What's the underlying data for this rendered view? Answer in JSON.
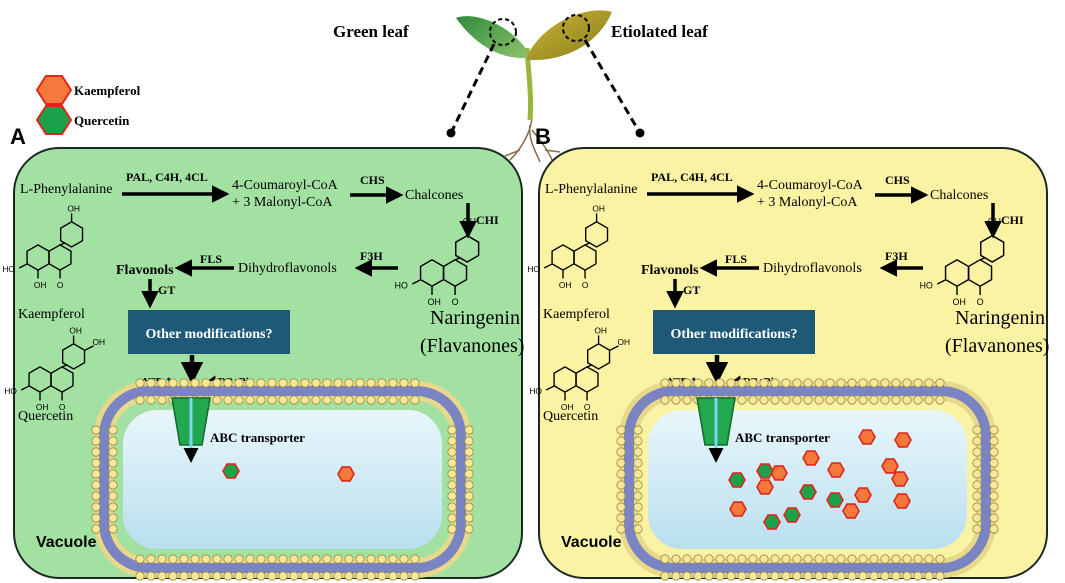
{
  "seedling": {
    "green_label": "Green leaf",
    "etiolated_label": "Etiolated leaf"
  },
  "legend": {
    "kaempferol": {
      "label": "Kaempferol",
      "color": "#f5783c"
    },
    "quercetin": {
      "label": "Quercetin",
      "color": "#19a24a"
    },
    "hex_stroke": "#e0251b"
  },
  "panels": [
    {
      "letter": "A",
      "bg": "#a3e1a3",
      "pathway": {
        "start": "L-Phenylalanine",
        "enzymes1": "PAL, C4H, 4CL",
        "coumaroyl_line1": "4-Coumaroyl-CoA",
        "coumaroyl_line2": "+ 3 Malonyl-CoA",
        "chs": "CHS",
        "chalcones": "Chalcones",
        "chi": "CHI",
        "naringenin": "Naringenin",
        "flavanones": "(Flavanones)",
        "f3h": "F3H",
        "dihydroflavonols": "Dihydroflavonols",
        "fls": "FLS",
        "flavonols": "Flavonols",
        "gt": "GT",
        "kaempferol": "Kaempferol",
        "quercetin": "Quercetin",
        "modifications": "Other modifications?",
        "atp": "ATP",
        "adp": "ADP+Pi",
        "transporter": "ABC transporter",
        "vacuole": "Vacuole"
      },
      "vacuole_contents": {
        "kaempferol_count": 1,
        "quercetin_count": 1
      }
    },
    {
      "letter": "B",
      "bg": "#fbf3a4",
      "pathway": {
        "start": "L-Phenylalanine",
        "enzymes1": "PAL, C4H, 4CL",
        "coumaroyl_line1": "4-Coumaroyl-CoA",
        "coumaroyl_line2": "+ 3 Malonyl-CoA",
        "chs": "CHS",
        "chalcones": "Chalcones",
        "chi": "CHI",
        "naringenin": "Naringenin",
        "flavanones": "(Flavanones)",
        "f3h": "F3H",
        "dihydroflavonols": "Dihydroflavonols",
        "fls": "FLS",
        "flavonols": "Flavonols",
        "gt": "GT",
        "kaempferol": "Kaempferol",
        "quercetin": "Quercetin",
        "modifications": "Other modifications?",
        "atp": "ATP",
        "adp": "ADP+Pi",
        "transporter": "ABC transporter",
        "vacuole": "Vacuole"
      },
      "vacuole_contents": {
        "kaempferol_count": 12,
        "quercetin_count": 6
      }
    }
  ],
  "colors": {
    "modifications_box": "#1e5a78",
    "membrane": "#7a84c2",
    "lipid_head": "#f6e79a",
    "vacuole_fill": "#cfeaf4",
    "transporter": "#22a84e"
  }
}
